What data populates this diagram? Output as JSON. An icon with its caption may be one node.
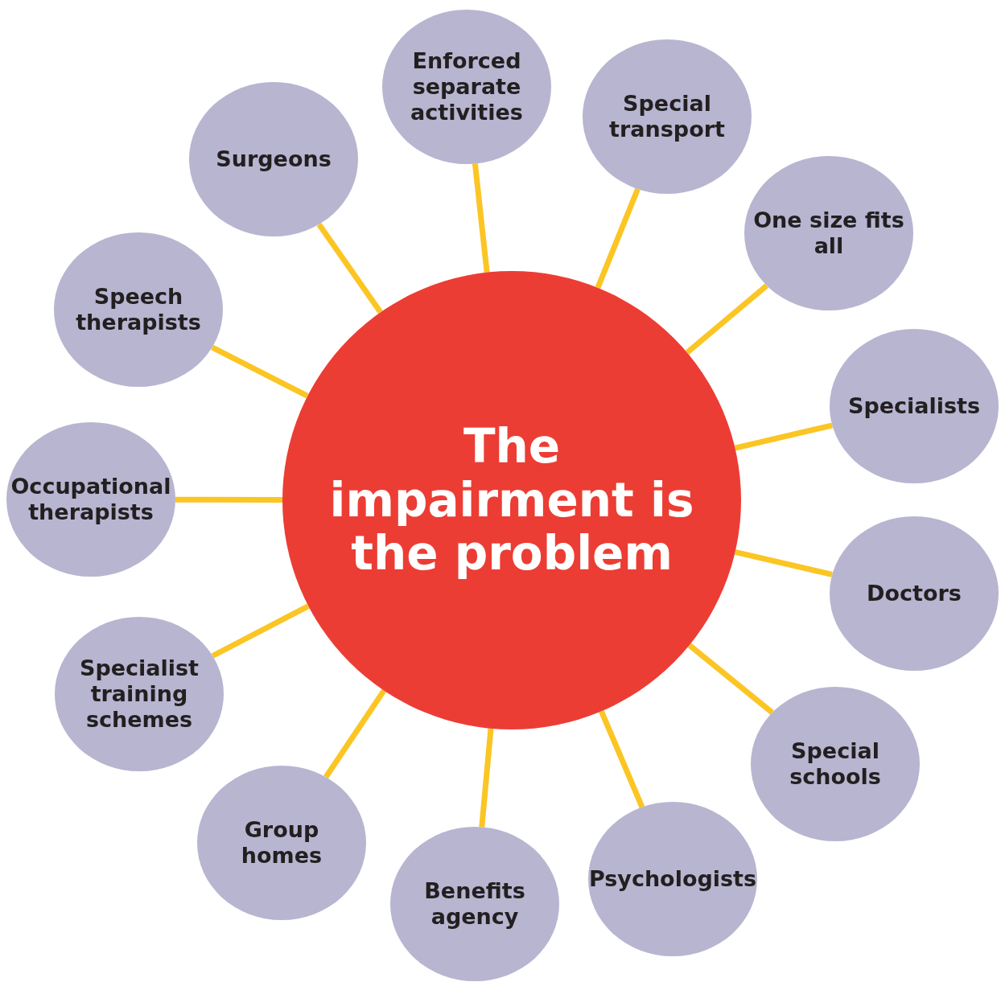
{
  "diagram": {
    "nodes": [
      {
        "text": [
          "The impairment is the problem"
        ]
      },
      {
        "text": [
          "Surgeons"
        ]
      },
      {
        "text": [
          "Enforced separate activities"
        ]
      },
      {
        "text": [
          "Special transport"
        ]
      },
      {
        "text": [
          "One size fits all"
        ]
      },
      {
        "text": [
          "Speech therapists"
        ]
      },
      {
        "text": [
          "Specialists"
        ]
      },
      {
        "text": [
          "Occupational therapists"
        ]
      },
      {
        "text": [
          "Doctors"
        ]
      },
      {
        "text": [
          "Specialist training schemes"
        ]
      },
      {
        "text": [
          "Special schools"
        ]
      },
      {
        "text": [
          "Group homes"
        ]
      },
      {
        "text": [
          "Psychologists"
        ]
      },
      {
        "text": [
          "Benefits agency"
        ]
      }
    ],
    "edges": [
      {
        "from": 0,
        "to": 1,
        "arrow": "none"
      },
      {
        "from": 0,
        "to": 2,
        "arrow": "none"
      },
      {
        "from": 0,
        "to": 3,
        "arrow": "none"
      },
      {
        "from": 0,
        "to": 4,
        "arrow": "none"
      },
      {
        "from": 0,
        "to": 5,
        "arrow": "none"
      },
      {
        "from": 0,
        "to": 6,
        "arrow": "none"
      },
      {
        "from": 0,
        "to": 7,
        "arrow": "none"
      },
      {
        "from": 0,
        "to": 8,
        "arrow": "none"
      },
      {
        "from": 0,
        "to": 9,
        "arrow": "none"
      },
      {
        "from": 0,
        "to": 10,
        "arrow": "none"
      },
      {
        "from": 0,
        "to": 11,
        "arrow": "none"
      },
      {
        "from": 0,
        "to": 12,
        "arrow": "none"
      },
      {
        "from": 0,
        "to": 13,
        "arrow": "none"
      }
    ]
  }
}
